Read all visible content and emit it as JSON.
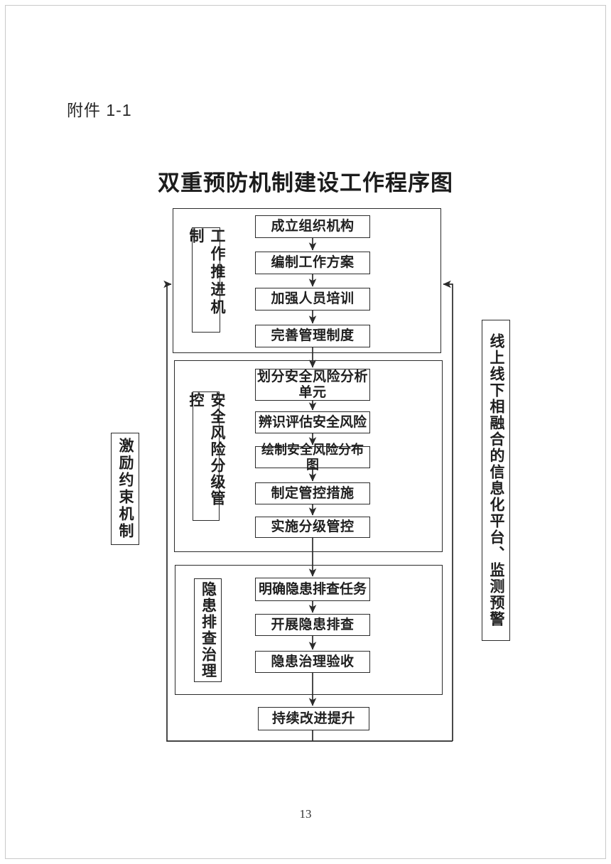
{
  "page": {
    "attachment_label": "附件 1-1",
    "title": "双重预防机制建设工作程序图",
    "page_number": "13"
  },
  "diagram": {
    "sections": [
      {
        "label": "工作推进机制",
        "steps": [
          "成立组织机构",
          "编制工作方案",
          "加强人员培训",
          "完善管理制度"
        ]
      },
      {
        "label": "安全风险分级管控",
        "steps": [
          "划分安全风险分析单元",
          "辨识评估安全风险",
          "绘制安全风险分布图",
          "制定管控措施",
          "实施分级管控"
        ]
      },
      {
        "label": "隐患排查治理",
        "steps": [
          "明确隐患排查任务",
          "开展隐患排查",
          "隐患治理验收"
        ]
      }
    ],
    "final_step": "持续改进提升",
    "left_label": "激励约束机制",
    "right_label": "线上线下相融合的信息化平台、监测预警",
    "colors": {
      "ink": "#2b2b2b",
      "paper": "#ffffff"
    }
  }
}
